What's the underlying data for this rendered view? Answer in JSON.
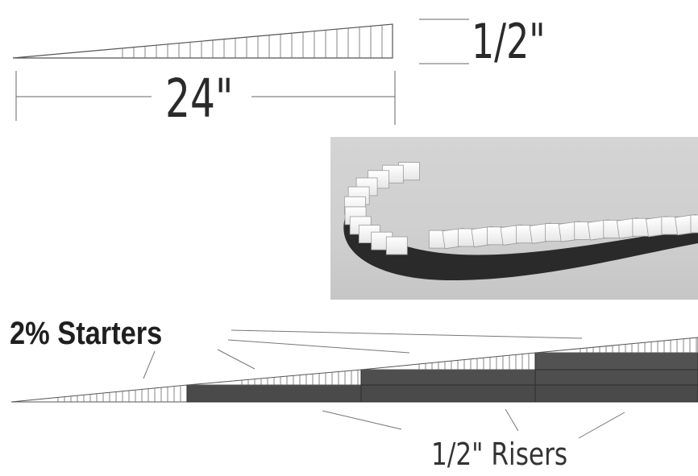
{
  "dimensions": {
    "height_label": "1/2\"",
    "length_label": "24\""
  },
  "labels": {
    "starters": "2% Starters",
    "risers": "1/2\" Risers"
  },
  "colors": {
    "line": "#555555",
    "riser_fill": "#4a4a4a",
    "riser_edge": "#2c2c2c",
    "foam_block": "#f2f2f2",
    "render_shadow": "#2a2a2a"
  },
  "icons": {
    "taper_wedge": "tapered-wedge-icon",
    "render": "curved-foam-track-render"
  }
}
